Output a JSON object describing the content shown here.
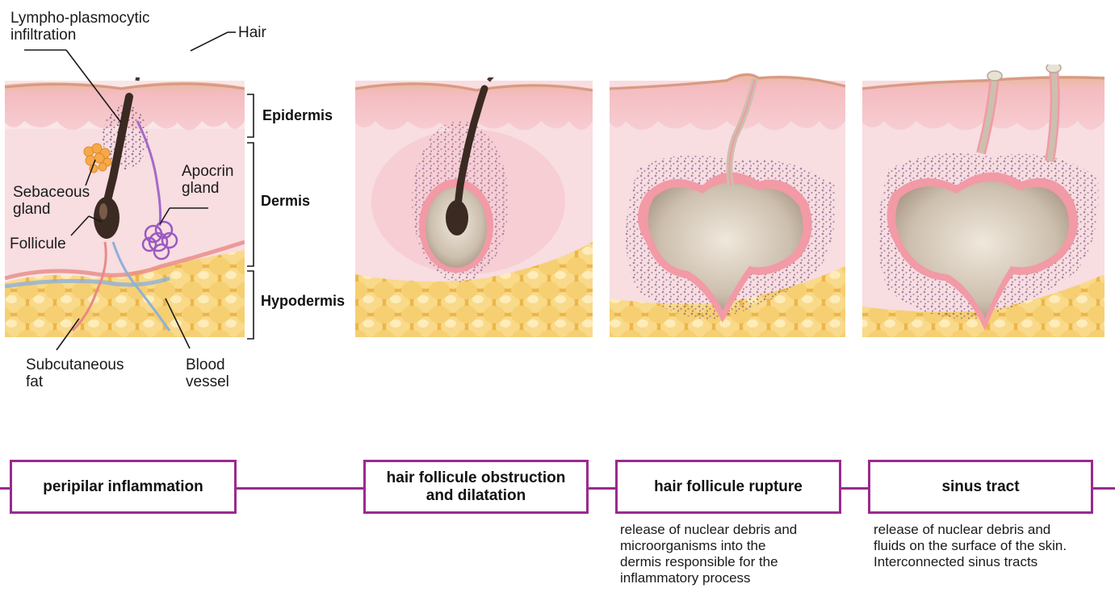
{
  "labels": {
    "lympho": "Lympho-plasmocytic\ninfiltration",
    "hair": "Hair",
    "sebaceous": "Sebaceous\ngland",
    "apocrin": "Apocrin\ngland",
    "follicule": "Follicule",
    "fat": "Subcutaneous\nfat",
    "vessel": "Blood\nvessel"
  },
  "layers": {
    "epidermis": "Epidermis",
    "dermis": "Dermis",
    "hypodermis": "Hypodermis"
  },
  "stages": [
    {
      "title": "peripilar inflammation",
      "description": ""
    },
    {
      "title": "hair follicule obstruction\nand dilatation",
      "description": ""
    },
    {
      "title": "hair follicule rupture",
      "description": "release of nuclear debris and\nmicroorganisms into the\ndermis responsible for the\ninflammatory process"
    },
    {
      "title": "sinus tract",
      "description": "release of nuclear debris and\nfluids on the surface of the skin.\nInterconnected sinus tracts"
    }
  ],
  "colors": {
    "accent": "#9a2a8f",
    "epidermis": "#f3b7bb",
    "dermis": "#f8d8dc",
    "fat": "#f3c35c",
    "pus": "#cdbfae",
    "infiltrate": "#6b4b7c"
  }
}
